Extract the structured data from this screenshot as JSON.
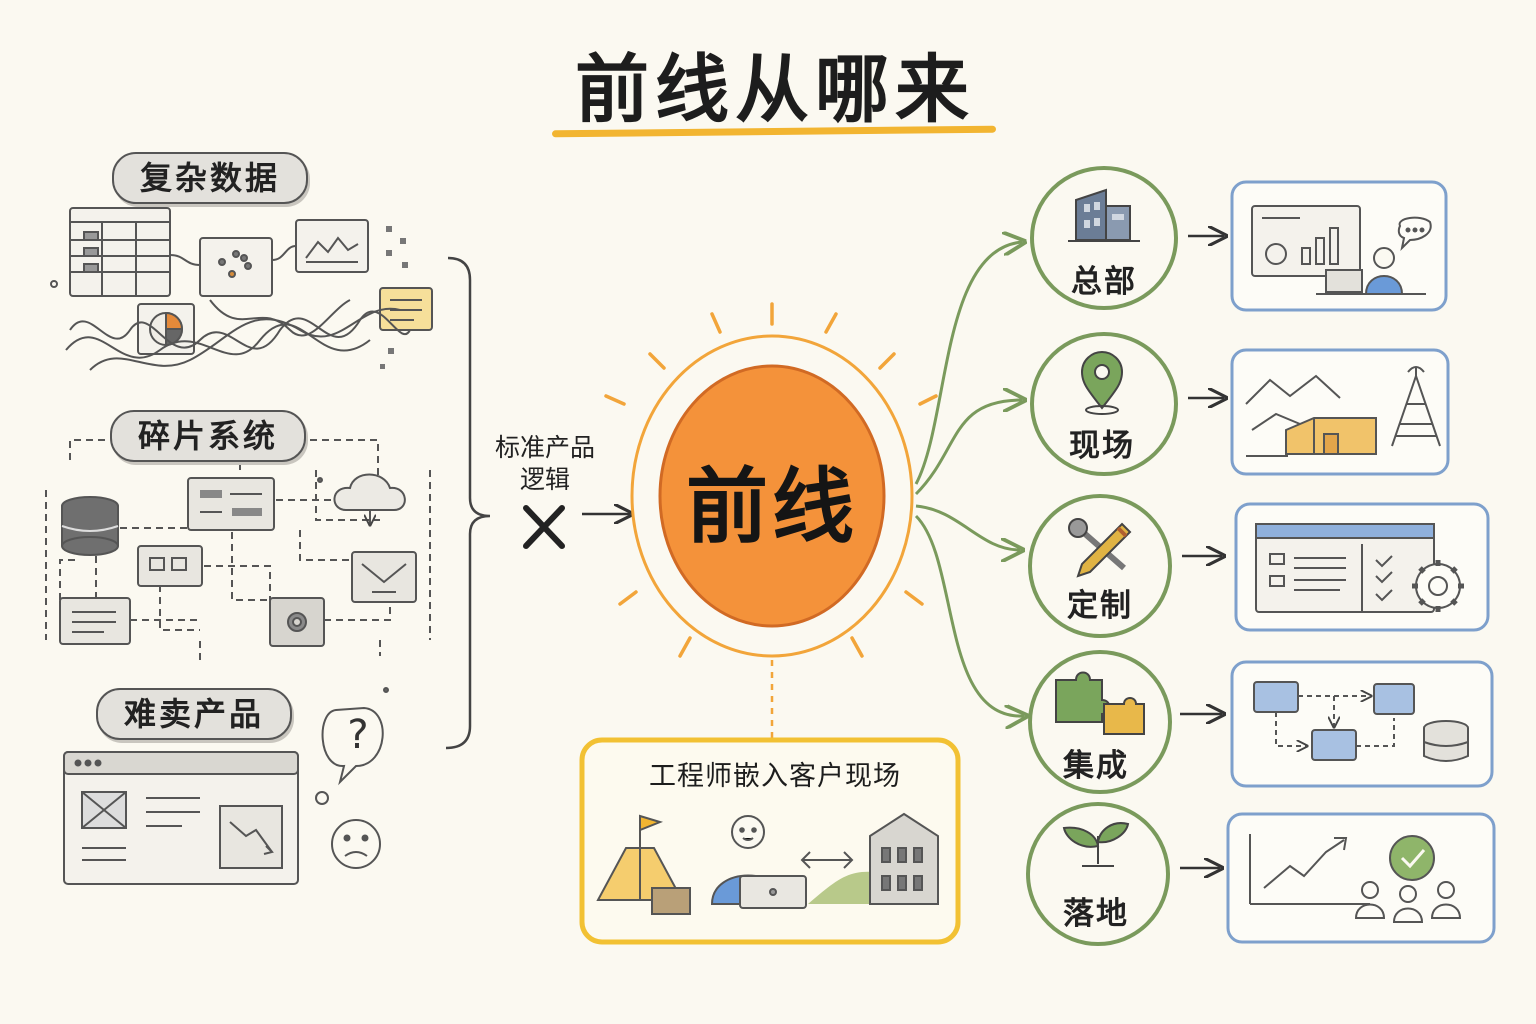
{
  "title": "前线从哪来",
  "left": {
    "complex_data": "复杂数据",
    "fragmented_systems": "碎片系统",
    "hard_to_sell": "难卖产品"
  },
  "middle": {
    "standard_logic_line1": "标准产品",
    "standard_logic_line2": "逻辑",
    "core": "前线",
    "embed_title": "工程师嵌入客户现场"
  },
  "nodes": [
    {
      "label": "总部",
      "icon": "office-building-icon"
    },
    {
      "label": "现场",
      "icon": "location-pin-icon"
    },
    {
      "label": "定制",
      "icon": "wrench-pencil-icon"
    },
    {
      "label": "集成",
      "icon": "puzzle-pieces-icon"
    },
    {
      "label": "落地",
      "icon": "sprout-icon"
    }
  ],
  "colors": {
    "background": "#fbf9f1",
    "title_accent": "#f2b531",
    "sun_orange": "#f4923a",
    "node_green": "#7a9a5c",
    "panel_blue": "#7ea0cc",
    "embed_yellow": "#f2c133"
  }
}
